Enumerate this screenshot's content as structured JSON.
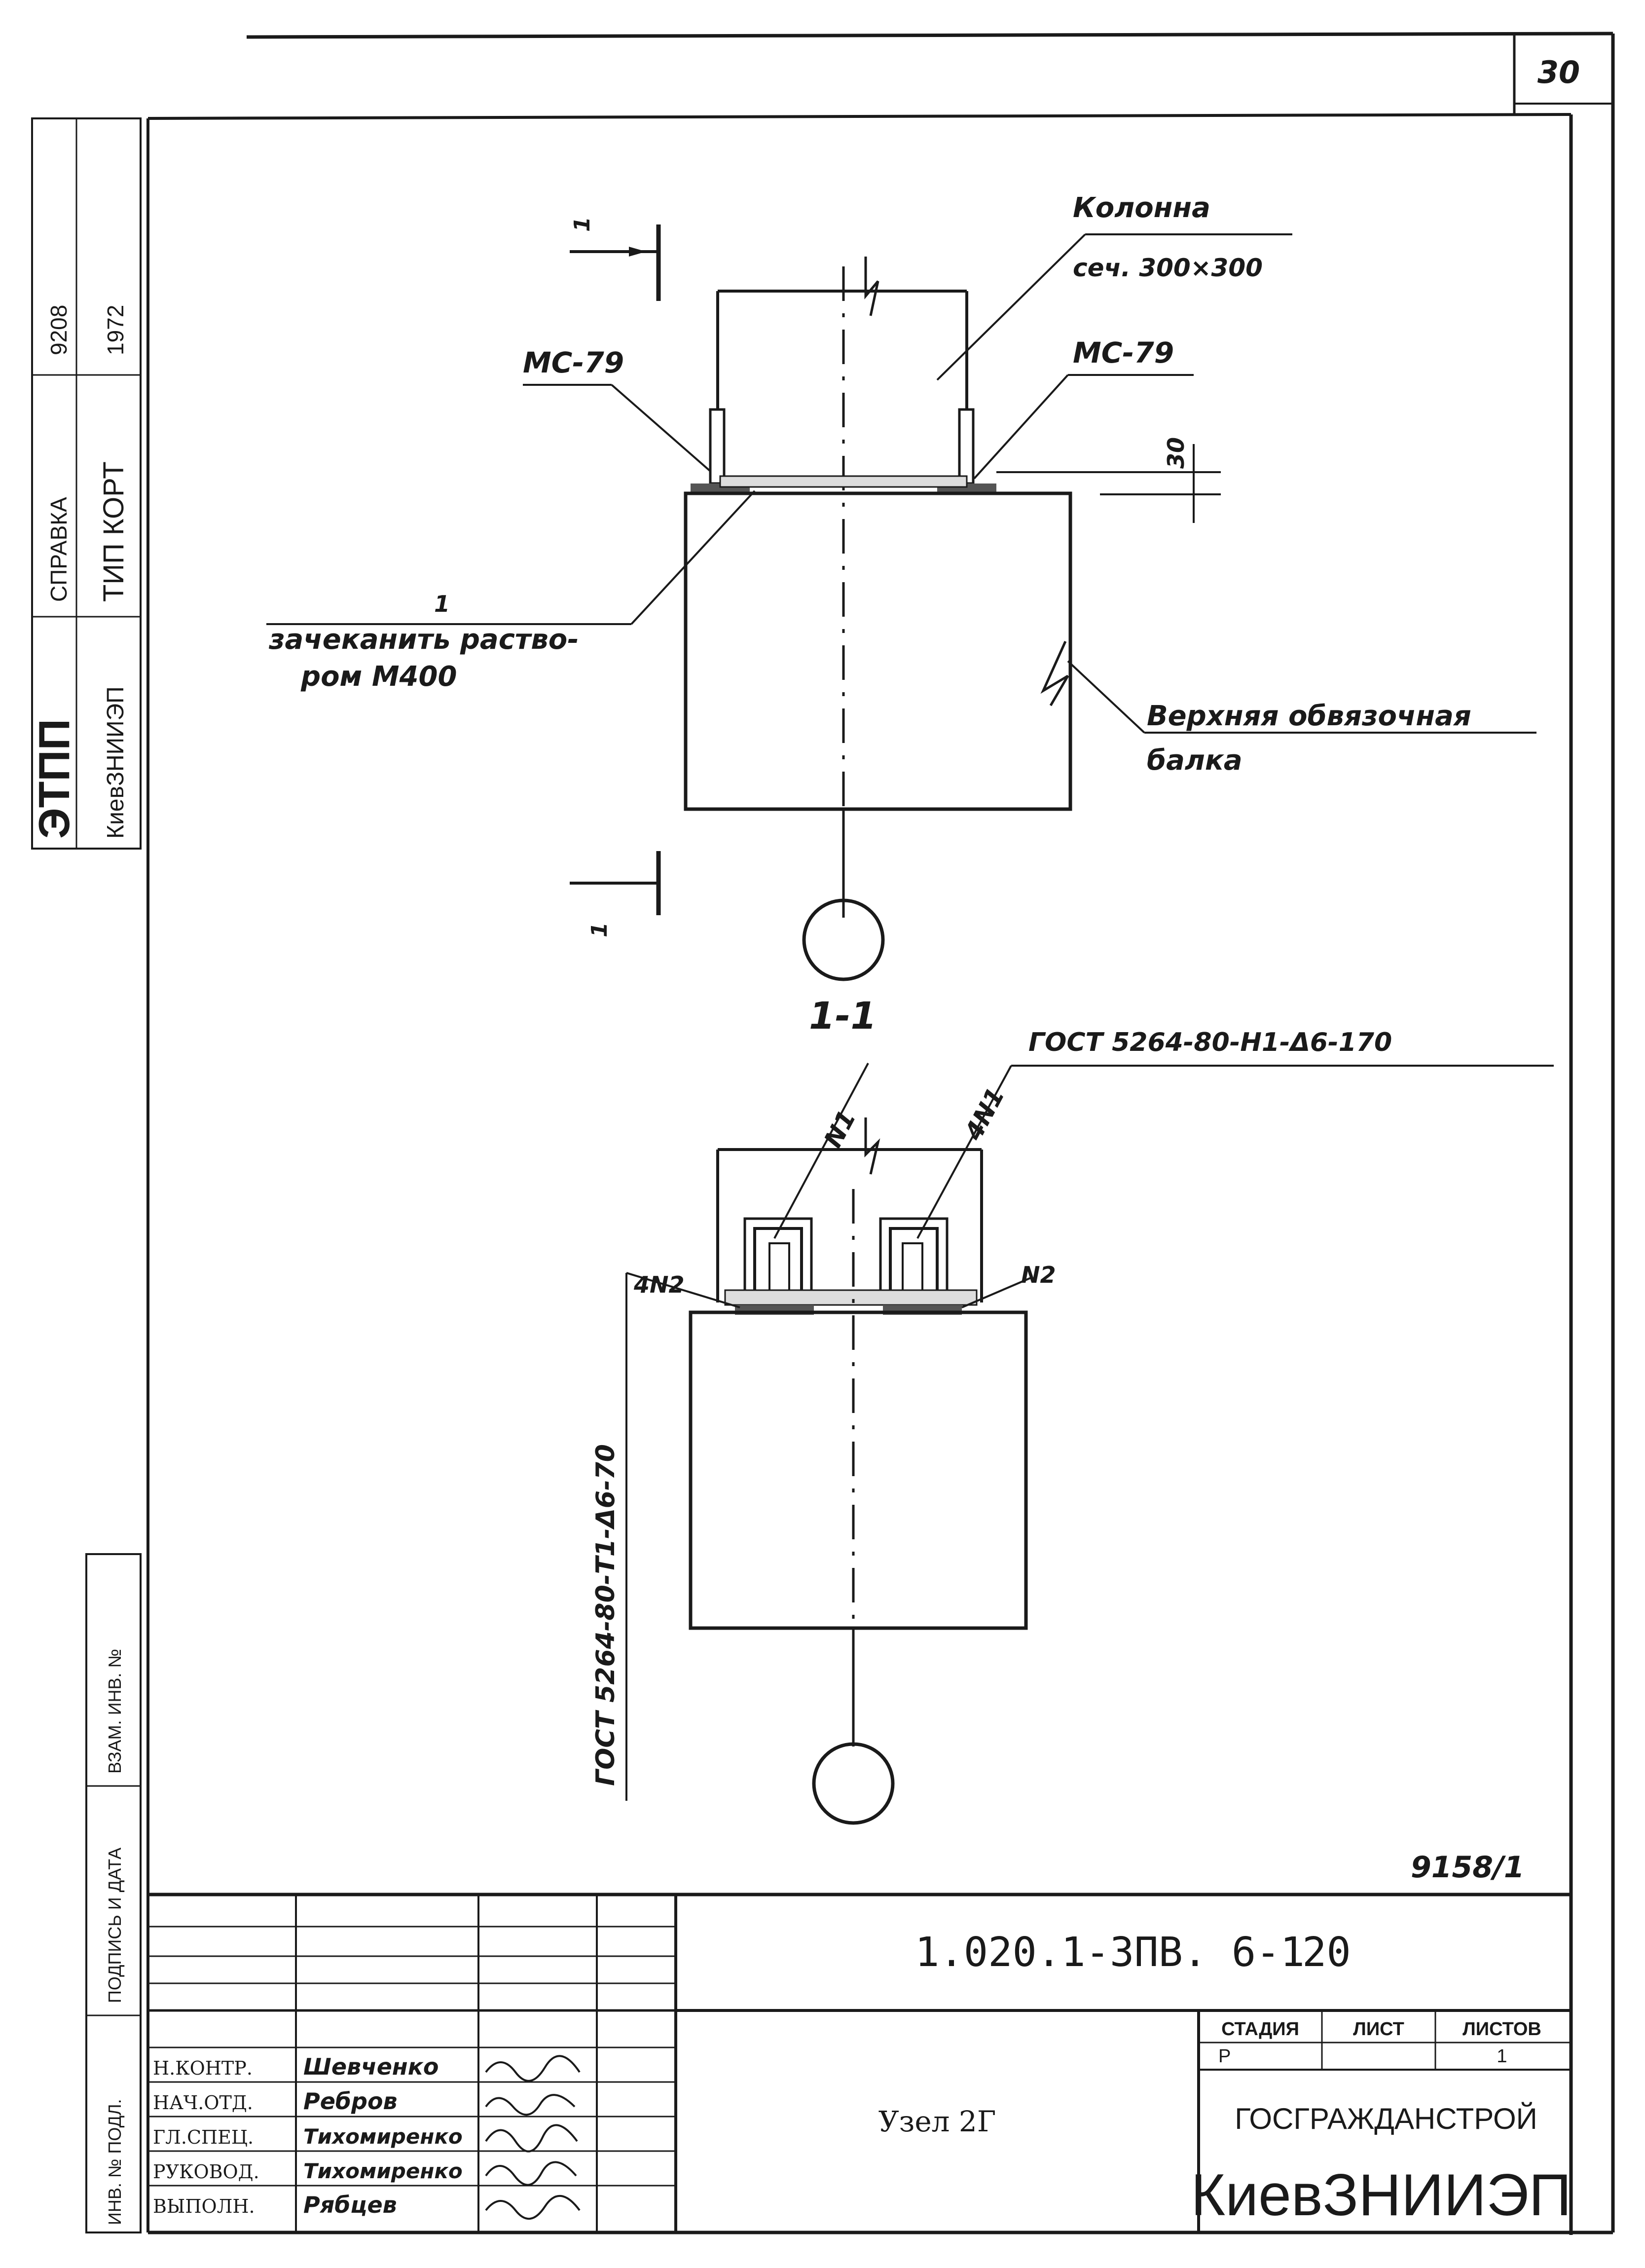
{
  "sheet_number": "30",
  "inventory_number": "9158/1",
  "margin_stamp": {
    "org_line1": "ЭТПП",
    "org_line2": "КиевЗНИИЭП",
    "label_line1": "СПРАВКА",
    "label_line2": "ТИП КОРТ",
    "ref_line1": "9208",
    "ref_line2": "1972"
  },
  "margin_lower": {
    "text1": "ПОДПИСЬ И ДАТА",
    "text2": "ВЗАМ. ИНВ. №"
  },
  "margin_bottom": {
    "text1": "ИНВ. № ПОДЛ."
  },
  "view_top": {
    "section_mark": "1",
    "column_label": "Колонна",
    "column_section": "сеч. 300×300",
    "plate_left": "МС-79",
    "plate_right": "МС-79",
    "dim_value": "30",
    "mortar_ref": "1",
    "mortar_text1": "зачеканить раство-",
    "mortar_text2": "ром М400",
    "beam_text1": "Верхняя обвязочная",
    "beam_text2": "балка"
  },
  "view_section": {
    "title": "1-1",
    "weld_top": "ГОСТ 5264-80-Н1-Δ6-170",
    "weld_side": "ГОСТ 5264-80-Т1-Δ6-70",
    "n1_left": "N1",
    "n1_right": "4N1",
    "n2_left": "4N2",
    "n2_right": "N2"
  },
  "title_block": {
    "doc_code": "1.020.1-3ПВ. 6-1",
    "sheet": "20",
    "drawing_name": "Узел 2Г",
    "stage_header": "СТАДИЯ",
    "sheet_header": "ЛИСТ",
    "sheets_header": "ЛИСТОВ",
    "stage_value": "Р",
    "sheet_value": "",
    "sheets_value": "1",
    "org1": "ГОСГРАЖДАНСТРОЙ",
    "org2": "КиевЗНИИЭП",
    "roles": [
      "Н.КОНТР.",
      "НАЧ.ОТД.",
      "ГЛ.СПЕЦ.",
      "РУКОВОД.",
      "ВЫПОЛН."
    ],
    "names": [
      "Шевченко",
      "Ребров",
      "Тихомиренко",
      "Тихомиренко",
      "Рябцев"
    ]
  }
}
